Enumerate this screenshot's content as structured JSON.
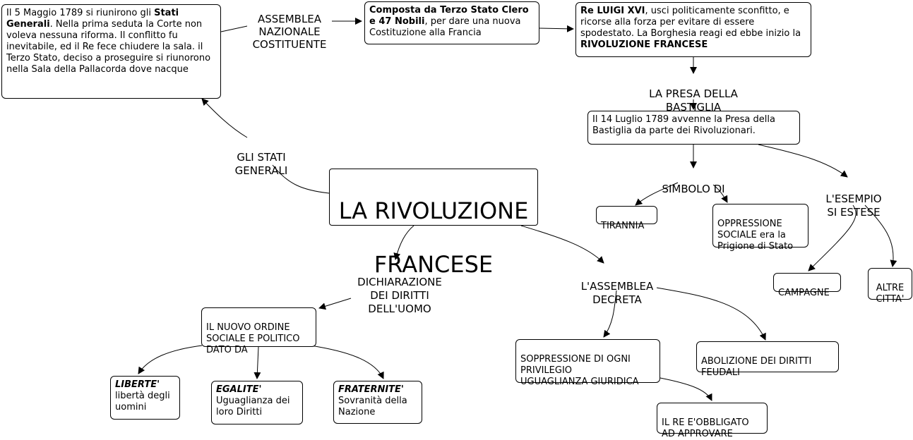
{
  "central": {
    "line1": "LA RIVOLUZIONE",
    "line2": "FRANCESE"
  },
  "link_labels": {
    "stati_generali": [
      "GLI STATI",
      "GENERALI"
    ],
    "assemblea_nazionale": [
      "ASSEMBLEA",
      "NAZIONALE",
      "COSTITUENTE"
    ],
    "presa_bastiglia": [
      "LA PRESA DELLA",
      "BASTIGLIA"
    ],
    "simbolo_di": [
      "SIMBOLO DI"
    ],
    "esempio_estese": [
      "L'ESEMPIO",
      "SI ESTESE"
    ],
    "dichiarazione": [
      "DICHIARAZIONE",
      "DEI DIRITTI",
      "DELL'UOMO"
    ],
    "assemblea_decreta": [
      "L'ASSEMBLEA",
      "DECRETA"
    ]
  },
  "boxes": {
    "stati_generali_text": {
      "p1": "Il 5 Maggio 1789 si riunirono gli ",
      "b1": "Stati Generali",
      "p2": ". Nella prima seduta la Corte non voleva nessuna riforma. Il conflitto fu inevitabile, ed il Re fece chiudere la sala. il Terzo Stato, deciso a proseguire si riunorono nella Sala della Pallacorda dove nacque"
    },
    "composta": {
      "b1": "Composta da Terzo Stato Clero e 47 Nobili",
      "p1": ", per dare una nuova Costituzione alla Francia"
    },
    "luigi": {
      "b1": "Re LUIGI XVI",
      "p1": ", usci politicamente sconfitto, e ricorse alla forza per evitare di essere spodestato. La Borghesia reagi ed ebbe inizio la ",
      "b2": "RIVOLUZIONE FRANCESE"
    },
    "bastiglia": "Il 14 Luglio 1789 avvenne la Presa della Bastiglia da parte dei Rivoluzionari.",
    "tirannia": "TIRANNIA",
    "oppressione": "OPPRESSIONE\nSOCIALE era la\nPrigione di Stato",
    "campagne": "CAMPAGNE",
    "altre_citta": "ALTRE\nCITTA'",
    "nuovo_ordine": "IL NUOVO ORDINE\nSOCIALE E POLITICO\nDATO DA",
    "liberte": {
      "title": "LIBERTE'",
      "text": "libertà degli\nuomini"
    },
    "egalite": {
      "title": "EGALITE'",
      "text": "Uguaglianza dei\nloro Diritti"
    },
    "fraternite": {
      "title": "FRATERNITE'",
      "text": "Sovranità della\nNazione"
    },
    "soppressione": "SOPPRESSIONE DI OGNI\nPRIVILEGIO\nUGUAGLIANZA GIURIDICA",
    "abolizione": "ABOLIZIONE DEI DIRITTI\nFEUDALI",
    "re_obbligato": "IL RE E'OBBLIGATO\nAD APPROVARE"
  }
}
